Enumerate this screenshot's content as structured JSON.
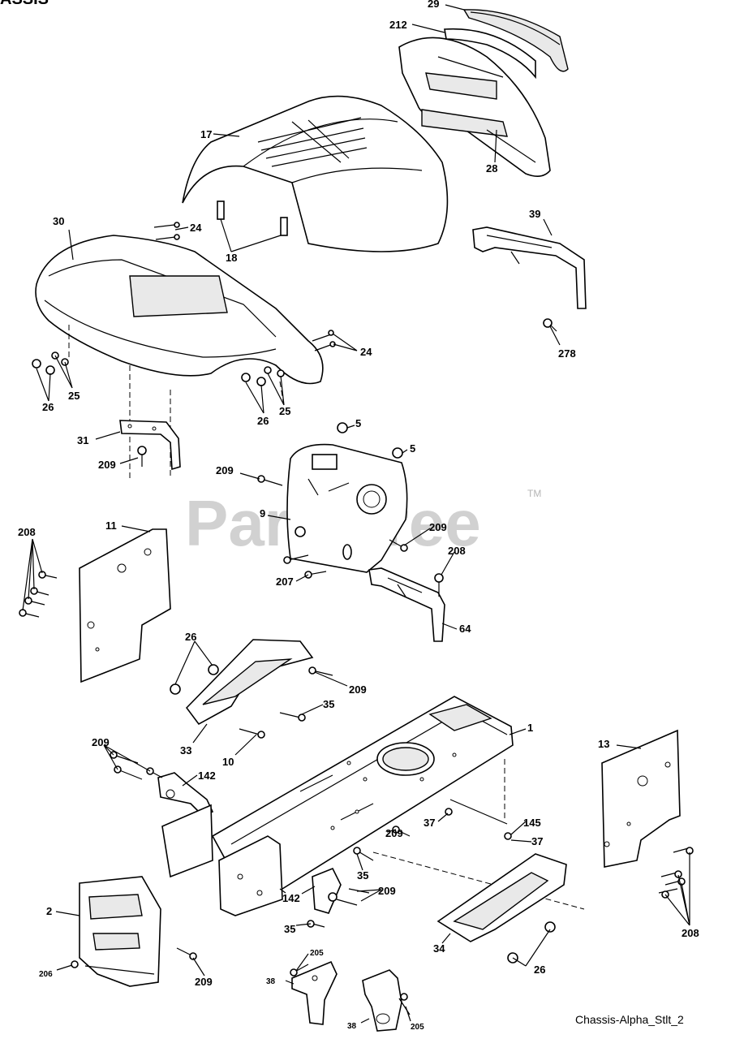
{
  "header_fragment": "ASSIS",
  "watermark": "PartsTree",
  "watermark_mark": "TM",
  "caption": "Chassis-Alpha_Stlt_2",
  "callouts": {
    "c29": "29",
    "c212": "212",
    "c17": "17",
    "c28": "28",
    "c39": "39",
    "c278": "278",
    "c30": "30",
    "c24a": "24",
    "c18": "18",
    "c24b": "24",
    "c25a": "25",
    "c26a": "26",
    "c26b": "26",
    "c25b": "25",
    "c31": "31",
    "c209a": "209",
    "c5a": "5",
    "c5b": "5",
    "c209b": "209",
    "c9": "9",
    "c209c": "209",
    "c207": "207",
    "c208a": "208",
    "c64": "64",
    "c208b": "208",
    "c11": "11",
    "c26c": "26",
    "c209d": "209",
    "c35a": "35",
    "c33": "33",
    "c10": "10",
    "c1": "1",
    "c209e": "209",
    "c142a": "142",
    "c13": "13",
    "c37a": "37",
    "c145": "145",
    "c37b": "37",
    "c209f": "209",
    "c35b": "35",
    "c209g": "209",
    "c142b": "142",
    "c2": "2",
    "c35c": "35",
    "c34": "34",
    "c26d": "26",
    "c208c": "208",
    "c206": "206",
    "c209h": "209",
    "c205a": "205",
    "c38a": "38",
    "c38b": "38",
    "c205b": "205"
  }
}
